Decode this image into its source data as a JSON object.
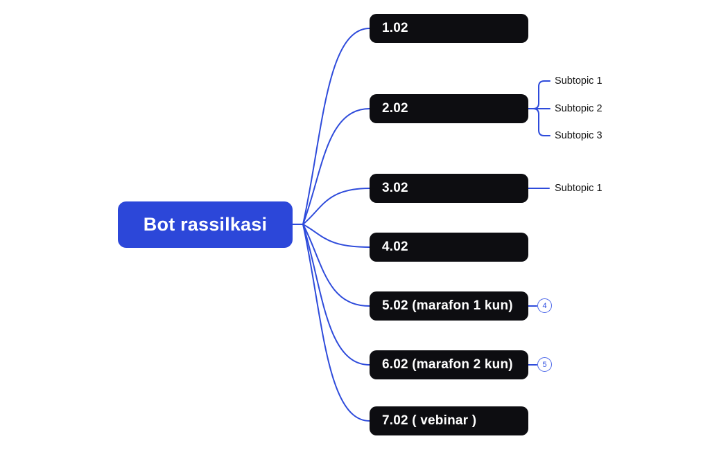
{
  "colors": {
    "background": "#ffffff",
    "root_fill": "#2C47D9",
    "root_text": "#ffffff",
    "topic_fill": "#0D0D11",
    "topic_text": "#ffffff",
    "line": "#2E4BDB",
    "subtopic_text": "#141414",
    "badge_stroke": "#4D68E9",
    "badge_text": "#2F4FE0",
    "badge_fill": "#ffffff"
  },
  "root": {
    "label": "Bot rassilkasi"
  },
  "topics": [
    {
      "label": "1.02",
      "subtopics": [],
      "badge": null
    },
    {
      "label": "2.02",
      "subtopics": [
        "Subtopic 1",
        "Subtopic 2",
        "Subtopic 3"
      ],
      "badge": null
    },
    {
      "label": "3.02",
      "subtopics": [
        "Subtopic 1"
      ],
      "badge": null
    },
    {
      "label": "4.02",
      "subtopics": [],
      "badge": null
    },
    {
      "label": "5.02 (marafon 1 kun)",
      "subtopics": [],
      "badge": "4"
    },
    {
      "label": "6.02 (marafon 2 kun)",
      "subtopics": [],
      "badge": "5"
    },
    {
      "label": "7.02 ( vebinar )",
      "subtopics": [],
      "badge": null
    }
  ]
}
